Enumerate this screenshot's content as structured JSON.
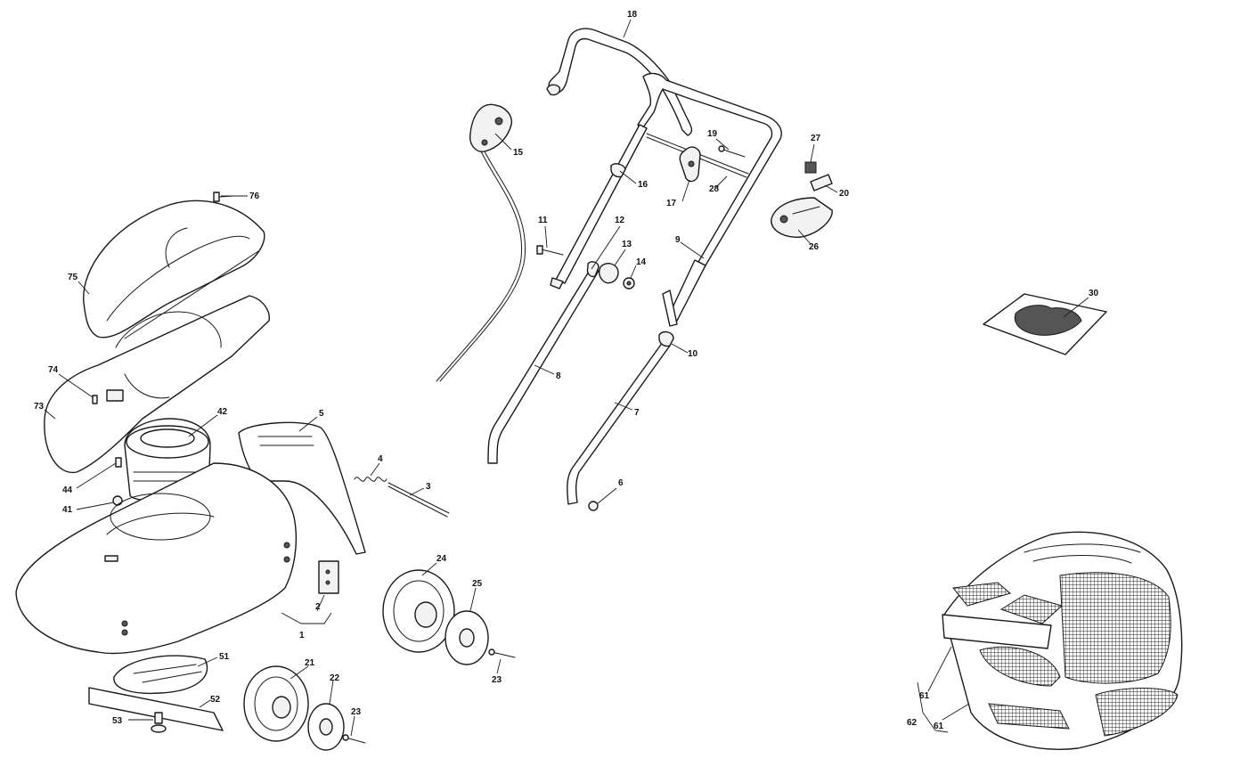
{
  "callouts": [
    {
      "id": "c18",
      "text": "18"
    },
    {
      "id": "c15",
      "text": "15"
    },
    {
      "id": "c19",
      "text": "19"
    },
    {
      "id": "c16",
      "text": "16"
    },
    {
      "id": "c28",
      "text": "28"
    },
    {
      "id": "c17",
      "text": "17"
    },
    {
      "id": "c27",
      "text": "27"
    },
    {
      "id": "c20",
      "text": "20"
    },
    {
      "id": "c26",
      "text": "26"
    },
    {
      "id": "c11",
      "text": "11"
    },
    {
      "id": "c12",
      "text": "12"
    },
    {
      "id": "c13",
      "text": "13"
    },
    {
      "id": "c14",
      "text": "14"
    },
    {
      "id": "c9",
      "text": "9"
    },
    {
      "id": "c10",
      "text": "10"
    },
    {
      "id": "c8",
      "text": "8"
    },
    {
      "id": "c7",
      "text": "7"
    },
    {
      "id": "c6",
      "text": "6"
    },
    {
      "id": "c30",
      "text": "30"
    },
    {
      "id": "c76",
      "text": "76"
    },
    {
      "id": "c75",
      "text": "75"
    },
    {
      "id": "c74",
      "text": "74"
    },
    {
      "id": "c73",
      "text": "73"
    },
    {
      "id": "c42",
      "text": "42"
    },
    {
      "id": "c5",
      "text": "5"
    },
    {
      "id": "c4",
      "text": "4"
    },
    {
      "id": "c3",
      "text": "3"
    },
    {
      "id": "c44",
      "text": "44"
    },
    {
      "id": "c41",
      "text": "41"
    },
    {
      "id": "c24",
      "text": "24"
    },
    {
      "id": "c25",
      "text": "25"
    },
    {
      "id": "c2",
      "text": "2"
    },
    {
      "id": "c1",
      "text": "1"
    },
    {
      "id": "c51",
      "text": "51"
    },
    {
      "id": "c21",
      "text": "21"
    },
    {
      "id": "c22",
      "text": "22"
    },
    {
      "id": "c23a",
      "text": "23"
    },
    {
      "id": "c23b",
      "text": "23"
    },
    {
      "id": "c52",
      "text": "52"
    },
    {
      "id": "c53",
      "text": "53"
    },
    {
      "id": "c61a",
      "text": "61"
    },
    {
      "id": "c62",
      "text": "62"
    },
    {
      "id": "c61b",
      "text": "61"
    }
  ]
}
